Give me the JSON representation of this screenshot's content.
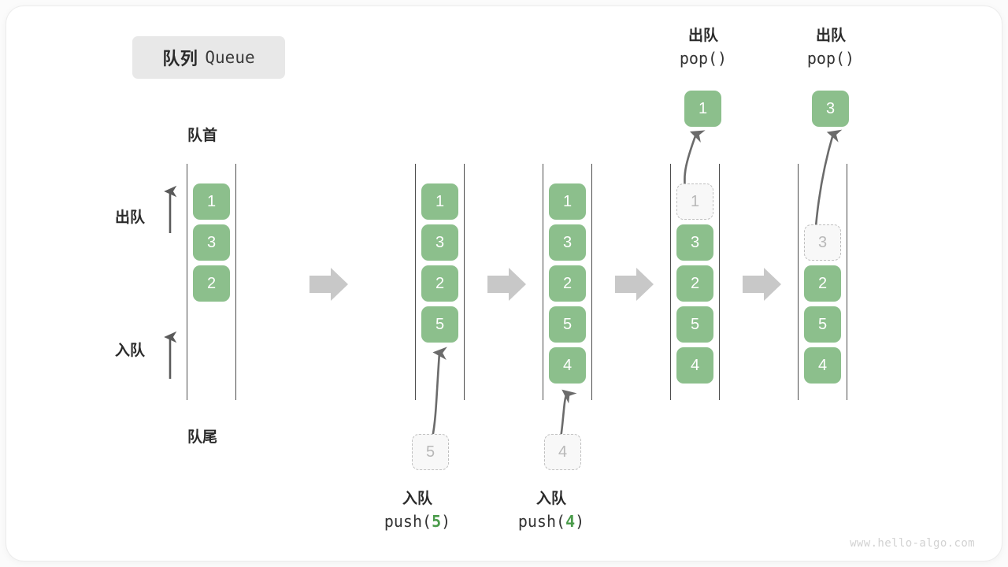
{
  "title": {
    "cn": "队列",
    "en": "Queue"
  },
  "labels": {
    "head": "队首",
    "tail": "队尾",
    "dequeue": "出队",
    "enqueue": "入队"
  },
  "watermark": "www.hello-algo.com",
  "colors": {
    "cell_green": "#8cbf8c",
    "ghost_fill": "#f8f8f8",
    "ghost_border": "#bfbfbf",
    "rail": "#4d4d4d",
    "step_arrow": "#c8c8c8",
    "badge_bg": "#e8e8e8",
    "accent_number": "#4a9b4a",
    "text": "#2b2b2b"
  },
  "columns": [
    {
      "name": "initial-queue",
      "cells": [
        {
          "value": "1",
          "state": "solid"
        },
        {
          "value": "3",
          "state": "solid"
        },
        {
          "value": "2",
          "state": "solid"
        }
      ]
    },
    {
      "name": "after-push-5",
      "cells": [
        {
          "value": "1",
          "state": "solid"
        },
        {
          "value": "3",
          "state": "solid"
        },
        {
          "value": "2",
          "state": "solid"
        },
        {
          "value": "5",
          "state": "solid"
        }
      ],
      "incoming": {
        "value": "5",
        "state": "ghost"
      },
      "caption": {
        "cn": "入队",
        "fn": "push(",
        "num": "5",
        "fn_end": ")"
      }
    },
    {
      "name": "after-push-4",
      "cells": [
        {
          "value": "1",
          "state": "solid"
        },
        {
          "value": "3",
          "state": "solid"
        },
        {
          "value": "2",
          "state": "solid"
        },
        {
          "value": "5",
          "state": "solid"
        },
        {
          "value": "4",
          "state": "solid"
        }
      ],
      "incoming": {
        "value": "4",
        "state": "ghost"
      },
      "caption": {
        "cn": "入队",
        "fn": "push(",
        "num": "4",
        "fn_end": ")"
      }
    },
    {
      "name": "after-pop-1",
      "cells": [
        {
          "value": "1",
          "state": "ghost"
        },
        {
          "value": "3",
          "state": "solid"
        },
        {
          "value": "2",
          "state": "solid"
        },
        {
          "value": "5",
          "state": "solid"
        },
        {
          "value": "4",
          "state": "solid"
        }
      ],
      "popped": {
        "value": "1",
        "state": "solid"
      },
      "caption": {
        "cn": "出队",
        "fn": "pop()"
      }
    },
    {
      "name": "after-pop-3",
      "cells": [
        {
          "value": "",
          "state": "empty"
        },
        {
          "value": "3",
          "state": "ghost"
        },
        {
          "value": "2",
          "state": "solid"
        },
        {
          "value": "5",
          "state": "solid"
        },
        {
          "value": "4",
          "state": "solid"
        }
      ],
      "popped": {
        "value": "3",
        "state": "solid"
      },
      "caption": {
        "cn": "出队",
        "fn": "pop()"
      }
    }
  ]
}
